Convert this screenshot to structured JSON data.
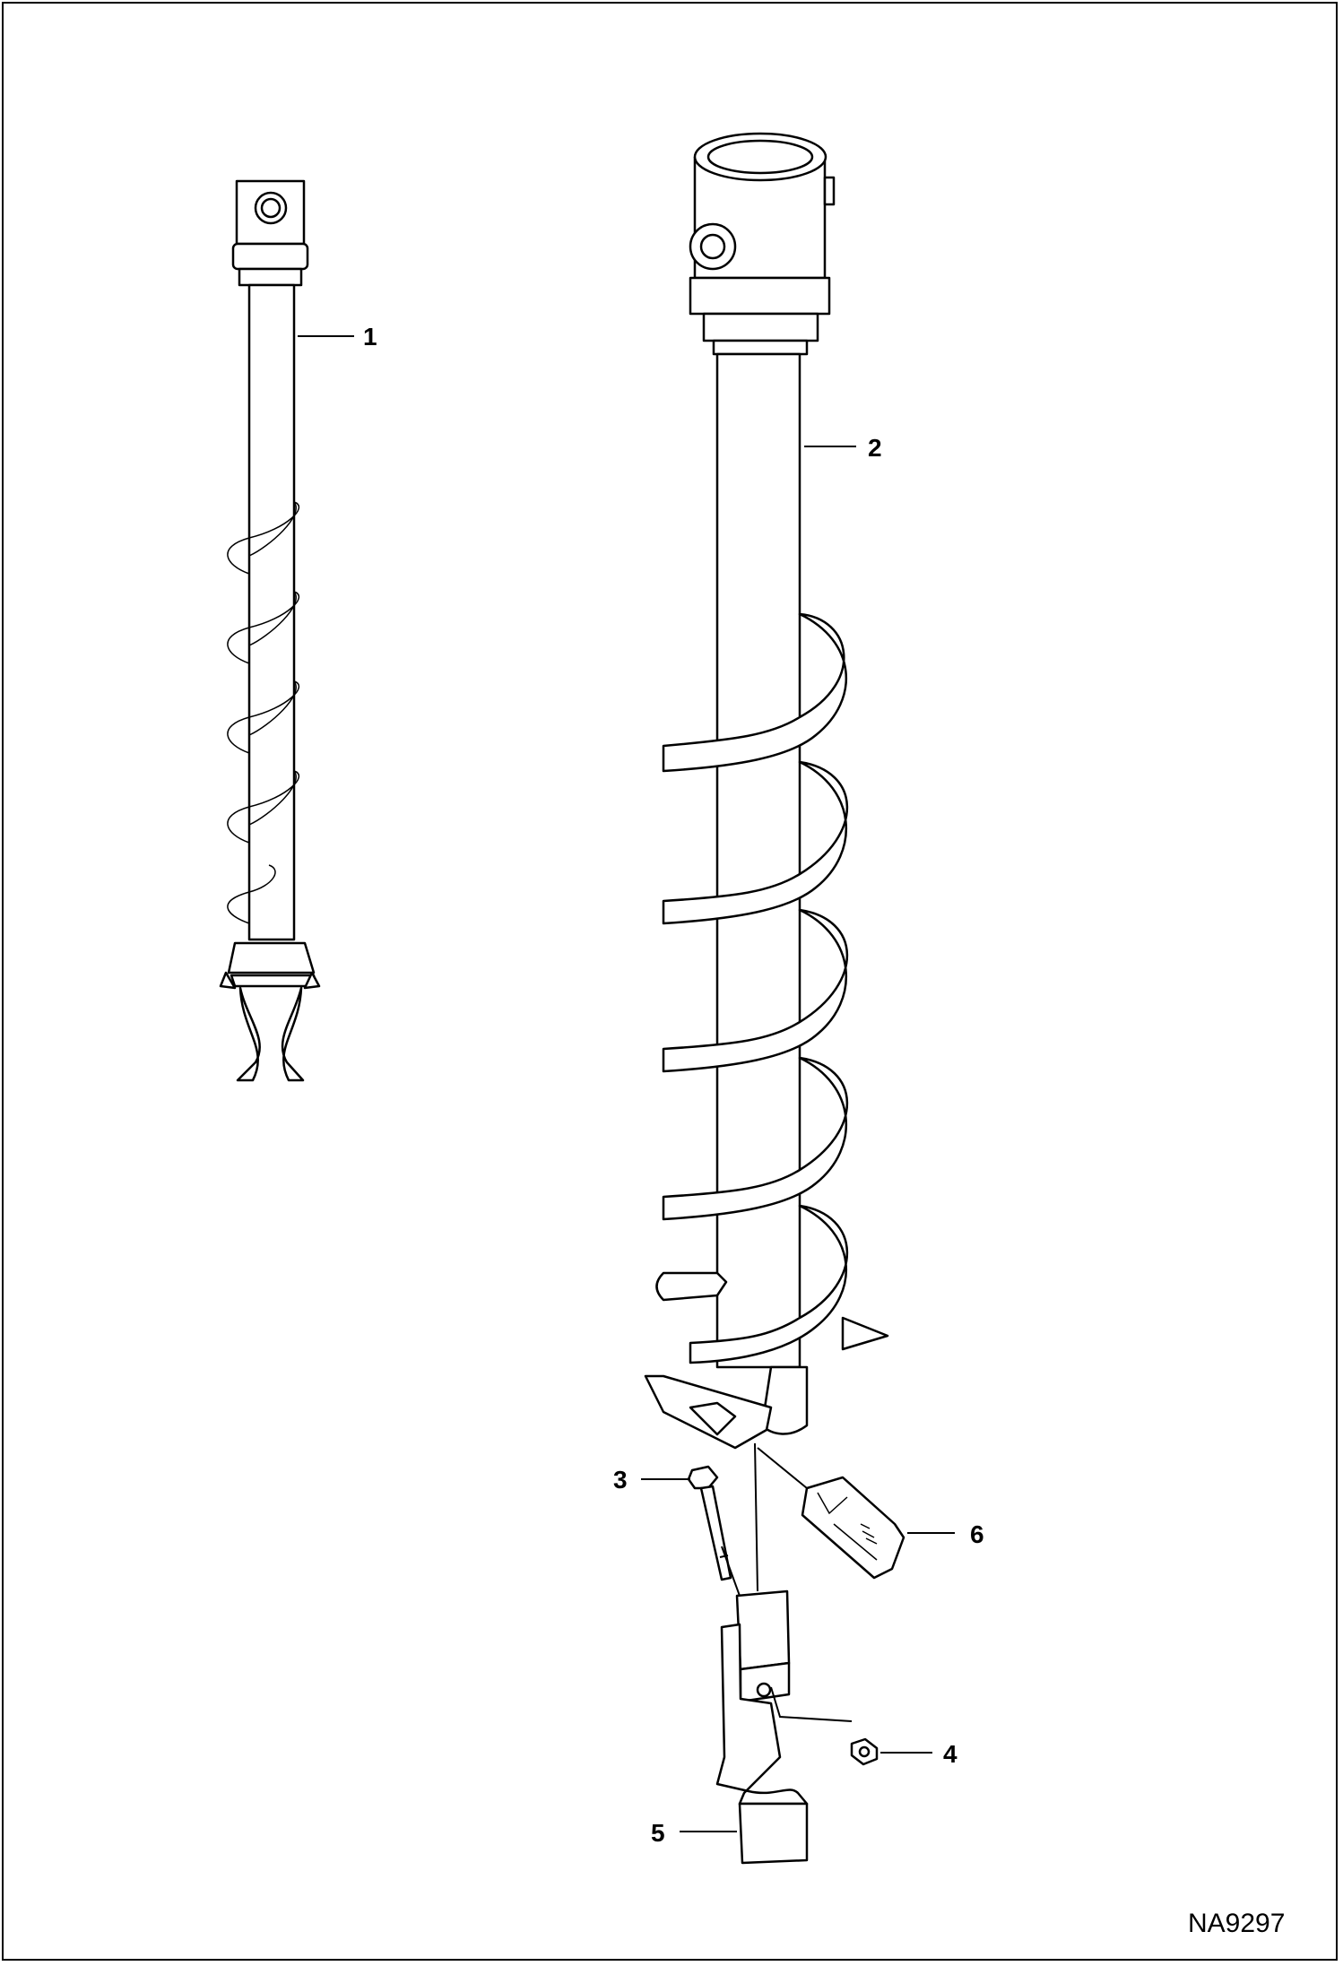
{
  "callouts": {
    "c1": "1",
    "c2": "2",
    "c3": "3",
    "c4": "4",
    "c5": "5",
    "c6": "6"
  },
  "figure_code": "NA9297"
}
